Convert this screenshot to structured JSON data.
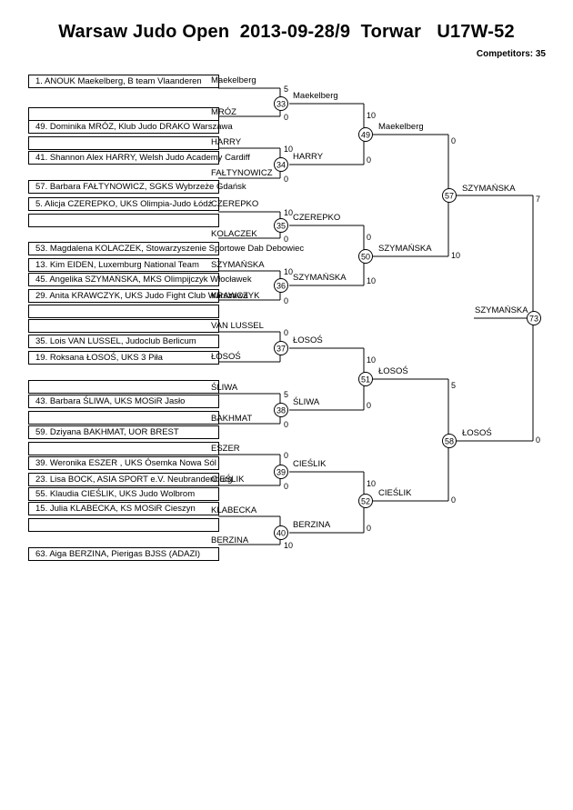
{
  "header": {
    "title": "Warsaw Judo Open  2013-09-28/9  Torwar   U17W-52",
    "competitors": "Competitors: 35"
  },
  "entries": [
    "1. ANOUK Maekelberg, B team Vlaanderen",
    "",
    "49. Dominika MRÓZ, Klub Judo DRAKO Warszawa",
    "",
    "41. Shannon Alex HARRY, Welsh Judo Academy Cardiff",
    "57. Barbara FAŁTYNOWICZ, SGKS Wybrzeże Gdańsk",
    "5. Alicja CZEREPKO, UKS Olimpia-Judo Łódź",
    "",
    "53. Magdalena KOLACZEK, Stowarzyszenie Sportowe Dab Debowiec",
    "13. Kim EIDEN, Luxemburg National Team",
    "45. Angelika SZYMAŃSKA, MKS Olimpijczyk Włocławek",
    "29. Anita KRAWCZYK, UKS Judo Fight Club Warszawa",
    "",
    "",
    "35. Lois VAN LUSSEL, Judoclub Berlicum",
    "19. Roksana ŁOSOŚ, UKS  3 Piła",
    "",
    "43. Barbara ŚLIWA, UKS MOSiR Jasło",
    "",
    "59. Dziyana BAKHMAT, UOR BREST",
    "",
    "39. Weronika ESZER , UKS Ósemka Nowa Sól",
    "23. Lisa BOCK, ASIA SPORT e.V.  Neubrandenburg",
    "55. Klaudia CIEŚLIK, UKS Judo  Wolbrom",
    "15. Julia KLABECKA, KS MOSiR Cieszyn",
    "",
    "63. Aiga BERZINA, Pierigas BJSS (ADAZI)"
  ],
  "round1_labels": [
    "Maekelberg",
    "MRÓZ",
    "HARRY",
    "FAŁTYNOWICZ",
    "CZEREPKO",
    "KOLACZEK",
    "SZYMAŃSKA",
    "KRAWCZYK",
    "VAN LUSSEL",
    "ŁOSOŚ",
    "ŚLIWA",
    "BAKHMAT",
    "ESZER",
    "CIEŚLIK",
    "KLABECKA",
    "BERZINA"
  ],
  "round1_scores": [
    "5",
    "0",
    "10",
    "0",
    "10",
    "0",
    "10",
    "0",
    "0",
    "",
    "5",
    "0",
    "0",
    "0",
    "",
    "10"
  ],
  "round2_matches": [
    "33",
    "34",
    "35",
    "36",
    "37",
    "38",
    "39",
    "40"
  ],
  "round2_labels": [
    "Maekelberg",
    "HARRY",
    "CZEREPKO",
    "SZYMAŃSKA",
    "ŁOSOŚ",
    "ŚLIWA",
    "CIEŚLIK",
    "BERZINA"
  ],
  "round2_scores": [
    "10",
    "0",
    "0",
    "10",
    "10",
    "0",
    "10",
    "0"
  ],
  "round3_matches": [
    "49",
    "50",
    "51",
    "52"
  ],
  "round3_labels": [
    "Maekelberg",
    "SZYMAŃSKA",
    "ŁOSOŚ",
    "CIEŚLIK"
  ],
  "round3_scores": [
    "0",
    "10",
    "5",
    "0"
  ],
  "round4_matches": [
    "57",
    "58"
  ],
  "round4_labels": [
    "SZYMAŃSKA",
    "ŁOSOŚ"
  ],
  "round4_scores": [
    "7",
    "0"
  ],
  "final_match": "73",
  "winner": "SZYMAŃSKA"
}
